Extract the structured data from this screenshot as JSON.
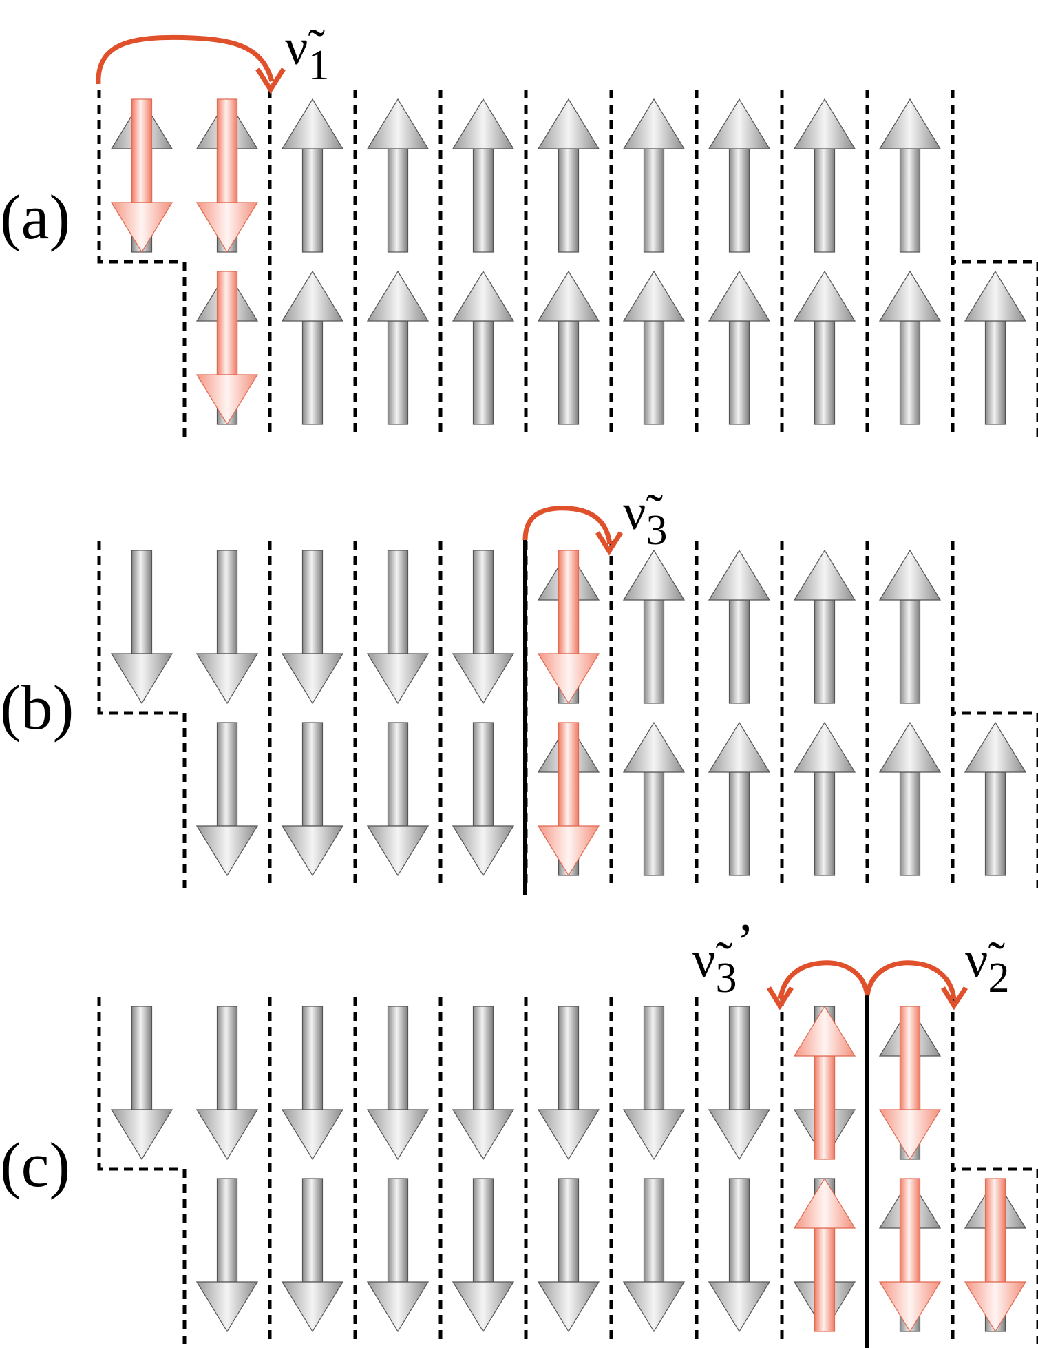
{
  "colors": {
    "spin_gray": "#b9b9b9",
    "spin_red": "#f7a598",
    "hop_arrow": "#e0502b",
    "boundary": "#000000"
  },
  "panels": [
    {
      "label": "(a)",
      "hop_labels": [
        {
          "symbol": "ν̃",
          "sub": "1",
          "prime": ""
        }
      ],
      "rows": [
        [
          "down-red",
          "down-red",
          "up",
          "up",
          "up",
          "up",
          "up",
          "up",
          "up",
          "up",
          null
        ],
        [
          null,
          "down-red",
          "up",
          "up",
          "up",
          "up",
          "up",
          "up",
          "up",
          "up",
          "up"
        ]
      ]
    },
    {
      "label": "(b)",
      "hop_labels": [
        {
          "symbol": "ν̃",
          "sub": "3",
          "prime": ""
        }
      ],
      "rows": [
        [
          "down",
          "down",
          "down",
          "down",
          "down",
          "down-red",
          "up",
          "up",
          "up",
          "up",
          null
        ],
        [
          null,
          "down",
          "down",
          "down",
          "down",
          "down-red",
          "up",
          "up",
          "up",
          "up",
          "up"
        ]
      ]
    },
    {
      "label": "(c)",
      "hop_labels": [
        {
          "symbol": "ν̃",
          "sub": "3",
          "prime": "’"
        },
        {
          "symbol": "ν̃",
          "sub": "2",
          "prime": ""
        }
      ],
      "rows": [
        [
          "down",
          "down",
          "down",
          "down",
          "down",
          "down",
          "down",
          "down",
          "up-red",
          "down-red",
          null
        ],
        [
          null,
          "down",
          "down",
          "down",
          "down",
          "down",
          "down",
          "down",
          "up-red",
          "down-red",
          "down-red"
        ]
      ]
    }
  ]
}
